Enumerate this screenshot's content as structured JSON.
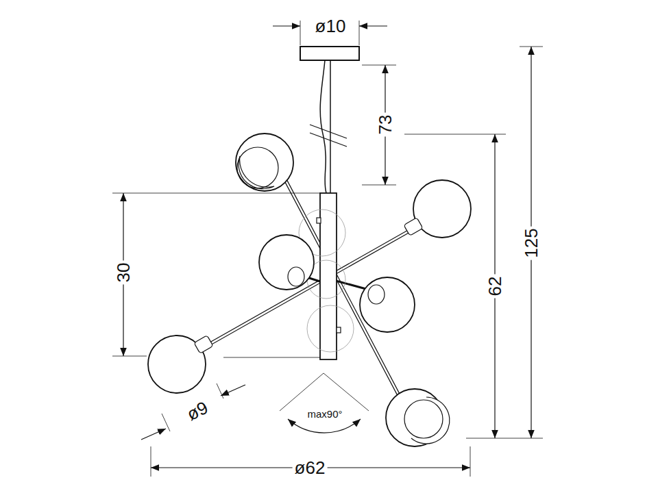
{
  "diagram": {
    "labels": [
      "ø10",
      "73",
      "125",
      "62",
      "30",
      "ø9",
      "max90°",
      "ø62"
    ]
  }
}
